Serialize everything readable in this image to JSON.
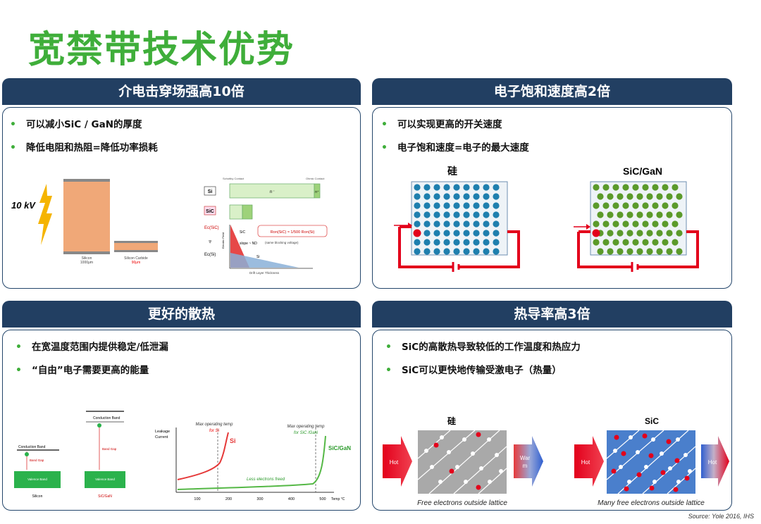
{
  "page": {
    "title": "宽禁带技术优势",
    "source": "Source: Yole 2016, IHS"
  },
  "panel1": {
    "header": "介电击穿场强高10倍",
    "bullets": [
      "可以减小SiC / GaN的厚度",
      "降低电阻和热阻=降低功率损耗"
    ],
    "voltage": "10 kV",
    "silicon_label": "Silicon",
    "silicon_size": "1000μm",
    "sic_label": "Silicon Carbide",
    "sic_size": "90μm",
    "schottky": "Schottky Contact",
    "ohmic": "Ohmic Contact",
    "si": "Si",
    "sic": "SiC",
    "n_minus": "n⁻",
    "n_plus": "n⁺",
    "ec_sic": "Ec(SiC)",
    "ec_si": "Ec(Si)",
    "sic_curve": "SiC",
    "si_curve": "Si",
    "slope": "slope ~ ND",
    "eq": "Ron(SiC) ≈ 1/500 Ron(Si)",
    "same_bv": "(same blocking voltage)",
    "yaxis": "Electric Field",
    "xaxis": "Drift Layer Thickness"
  },
  "panel2": {
    "header": "电子饱和速度高2倍",
    "bullets": [
      "可以实现更高的开关速度",
      "电子饱和速度=电子的最大速度"
    ],
    "left_label": "硅",
    "right_label": "SiC/GaN",
    "colors": {
      "si_dot": "#1e7fae",
      "sic_dot": "#5b9a2a",
      "electron": "#e3001b",
      "circuit": "#e3001b"
    }
  },
  "panel3": {
    "header": "更好的散热",
    "bullets": [
      "在宽温度范围内提供稳定/低泄漏",
      "“自由”电子需要更高的能量"
    ],
    "cb": "Conduction Band",
    "bg": "Band Gap",
    "vb": "Valence Band",
    "silicon": "Silicon",
    "sic_gan": "SiC/GaN",
    "leakage1": "Leakage",
    "leakage2": "Current",
    "max_si1": "Max operating temp",
    "max_si2": "for Si",
    "max_sic1": "Max operating temp",
    "max_sic2": "for SiC /GaN",
    "si_curve": "Si",
    "sic_curve": "SiC/GaN",
    "less": "Less electrons freed",
    "ticks": [
      "100",
      "200",
      "300",
      "400",
      "500"
    ],
    "temp": "Temp °C"
  },
  "panel4": {
    "header": "热导率高3倍",
    "bullets": [
      "SiC的高散热导致较低的工作温度和热应力",
      "SiC可以更快地传输受激电子（热量）"
    ],
    "left_label": "硅",
    "right_label": "SiC",
    "hot": "Hot",
    "warm1": "War",
    "warm2": "m",
    "left_caption": "Free electrons outside lattice",
    "right_caption": "Many free electrons outside lattice"
  }
}
